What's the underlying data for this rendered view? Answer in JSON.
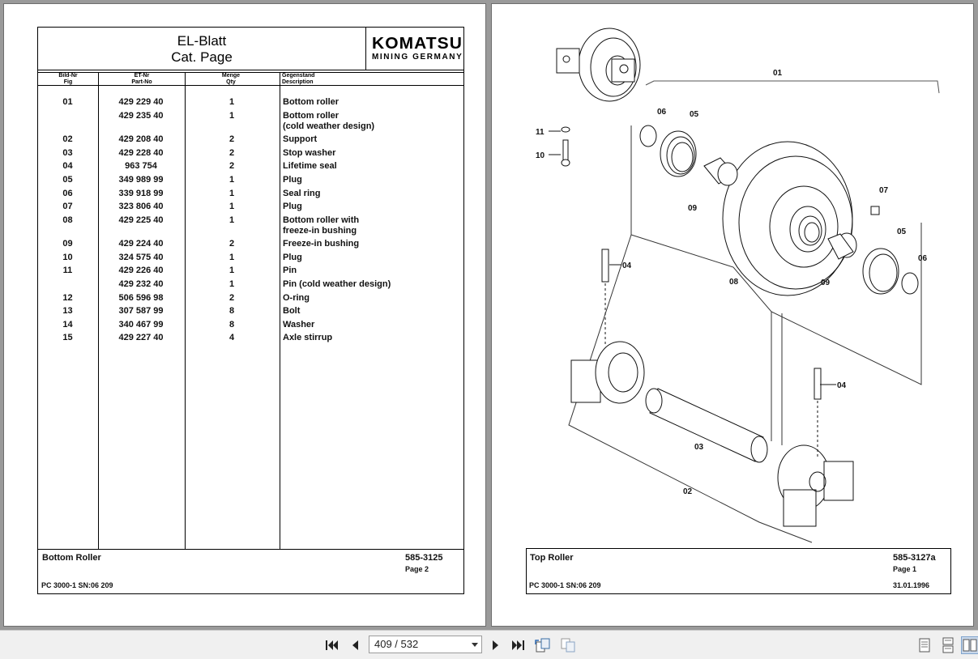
{
  "left_page": {
    "header": {
      "title_line1": "EL-Blatt",
      "title_line2": "Cat. Page"
    },
    "logo": {
      "main": "KOMATSU",
      "sub": "MINING GERMANY"
    },
    "columns": [
      {
        "line1": "Bild-Nr",
        "line2": "Fig"
      },
      {
        "line1": "ET-Nr",
        "line2": "Part-No"
      },
      {
        "line1": "Menge",
        "line2": "Qty"
      },
      {
        "line1": "Gegenstand",
        "line2": "Description"
      }
    ],
    "rows": [
      {
        "fig": "01",
        "part": "429 229 40",
        "qty": "1",
        "desc": "Bottom roller",
        "desc2": ""
      },
      {
        "fig": "",
        "part": "429 235 40",
        "qty": "1",
        "desc": "Bottom roller",
        "desc2": "(cold weather design)"
      },
      {
        "fig": "02",
        "part": "429 208 40",
        "qty": "2",
        "desc": "Support",
        "desc2": ""
      },
      {
        "fig": "03",
        "part": "429 228 40",
        "qty": "2",
        "desc": "Stop washer",
        "desc2": ""
      },
      {
        "fig": "04",
        "part": "963 754",
        "qty": "2",
        "desc": "Lifetime seal",
        "desc2": ""
      },
      {
        "fig": "05",
        "part": "349 989 99",
        "qty": "1",
        "desc": "Plug",
        "desc2": ""
      },
      {
        "fig": "06",
        "part": "339 918 99",
        "qty": "1",
        "desc": "Seal ring",
        "desc2": ""
      },
      {
        "fig": "07",
        "part": "323 806 40",
        "qty": "1",
        "desc": "Plug",
        "desc2": ""
      },
      {
        "fig": "08",
        "part": "429 225 40",
        "qty": "1",
        "desc": "Bottom roller with",
        "desc2": "freeze-in bushing"
      },
      {
        "fig": "09",
        "part": "429 224 40",
        "qty": "2",
        "desc": "Freeze-in bushing",
        "desc2": ""
      },
      {
        "fig": "10",
        "part": "324 575 40",
        "qty": "1",
        "desc": "Plug",
        "desc2": ""
      },
      {
        "fig": "11",
        "part": "429 226 40",
        "qty": "1",
        "desc": "Pin",
        "desc2": ""
      },
      {
        "fig": "",
        "part": "429 232 40",
        "qty": "1",
        "desc": "Pin (cold weather design)",
        "desc2": ""
      },
      {
        "fig": "12",
        "part": "506 596 98",
        "qty": "2",
        "desc": "O-ring",
        "desc2": ""
      },
      {
        "fig": "13",
        "part": "307 587 99",
        "qty": "8",
        "desc": "Bolt",
        "desc2": ""
      },
      {
        "fig": "14",
        "part": "340 467 99",
        "qty": "8",
        "desc": "Washer",
        "desc2": ""
      },
      {
        "fig": "15",
        "part": "429 227 40",
        "qty": "4",
        "desc": "Axle stirrup",
        "desc2": ""
      }
    ],
    "footer": {
      "title": "Bottom Roller",
      "number": "585-3125",
      "page": "Page 2",
      "model": "PC 3000-1 SN:06 209"
    }
  },
  "right_page": {
    "labels": [
      "01",
      "02",
      "03",
      "04",
      "04",
      "05",
      "05",
      "06",
      "06",
      "07",
      "08",
      "09",
      "09",
      "10",
      "11"
    ],
    "footer": {
      "title": "Top Roller",
      "number": "585-3127a",
      "page": "Page 1",
      "model": "PC 3000-1 SN:06 209",
      "date": "31.01.1996"
    }
  },
  "toolbar": {
    "page_indicator": "409 / 532",
    "first_label": "First page",
    "prev_label": "Previous page",
    "next_label": "Next page",
    "last_label": "Last page"
  }
}
